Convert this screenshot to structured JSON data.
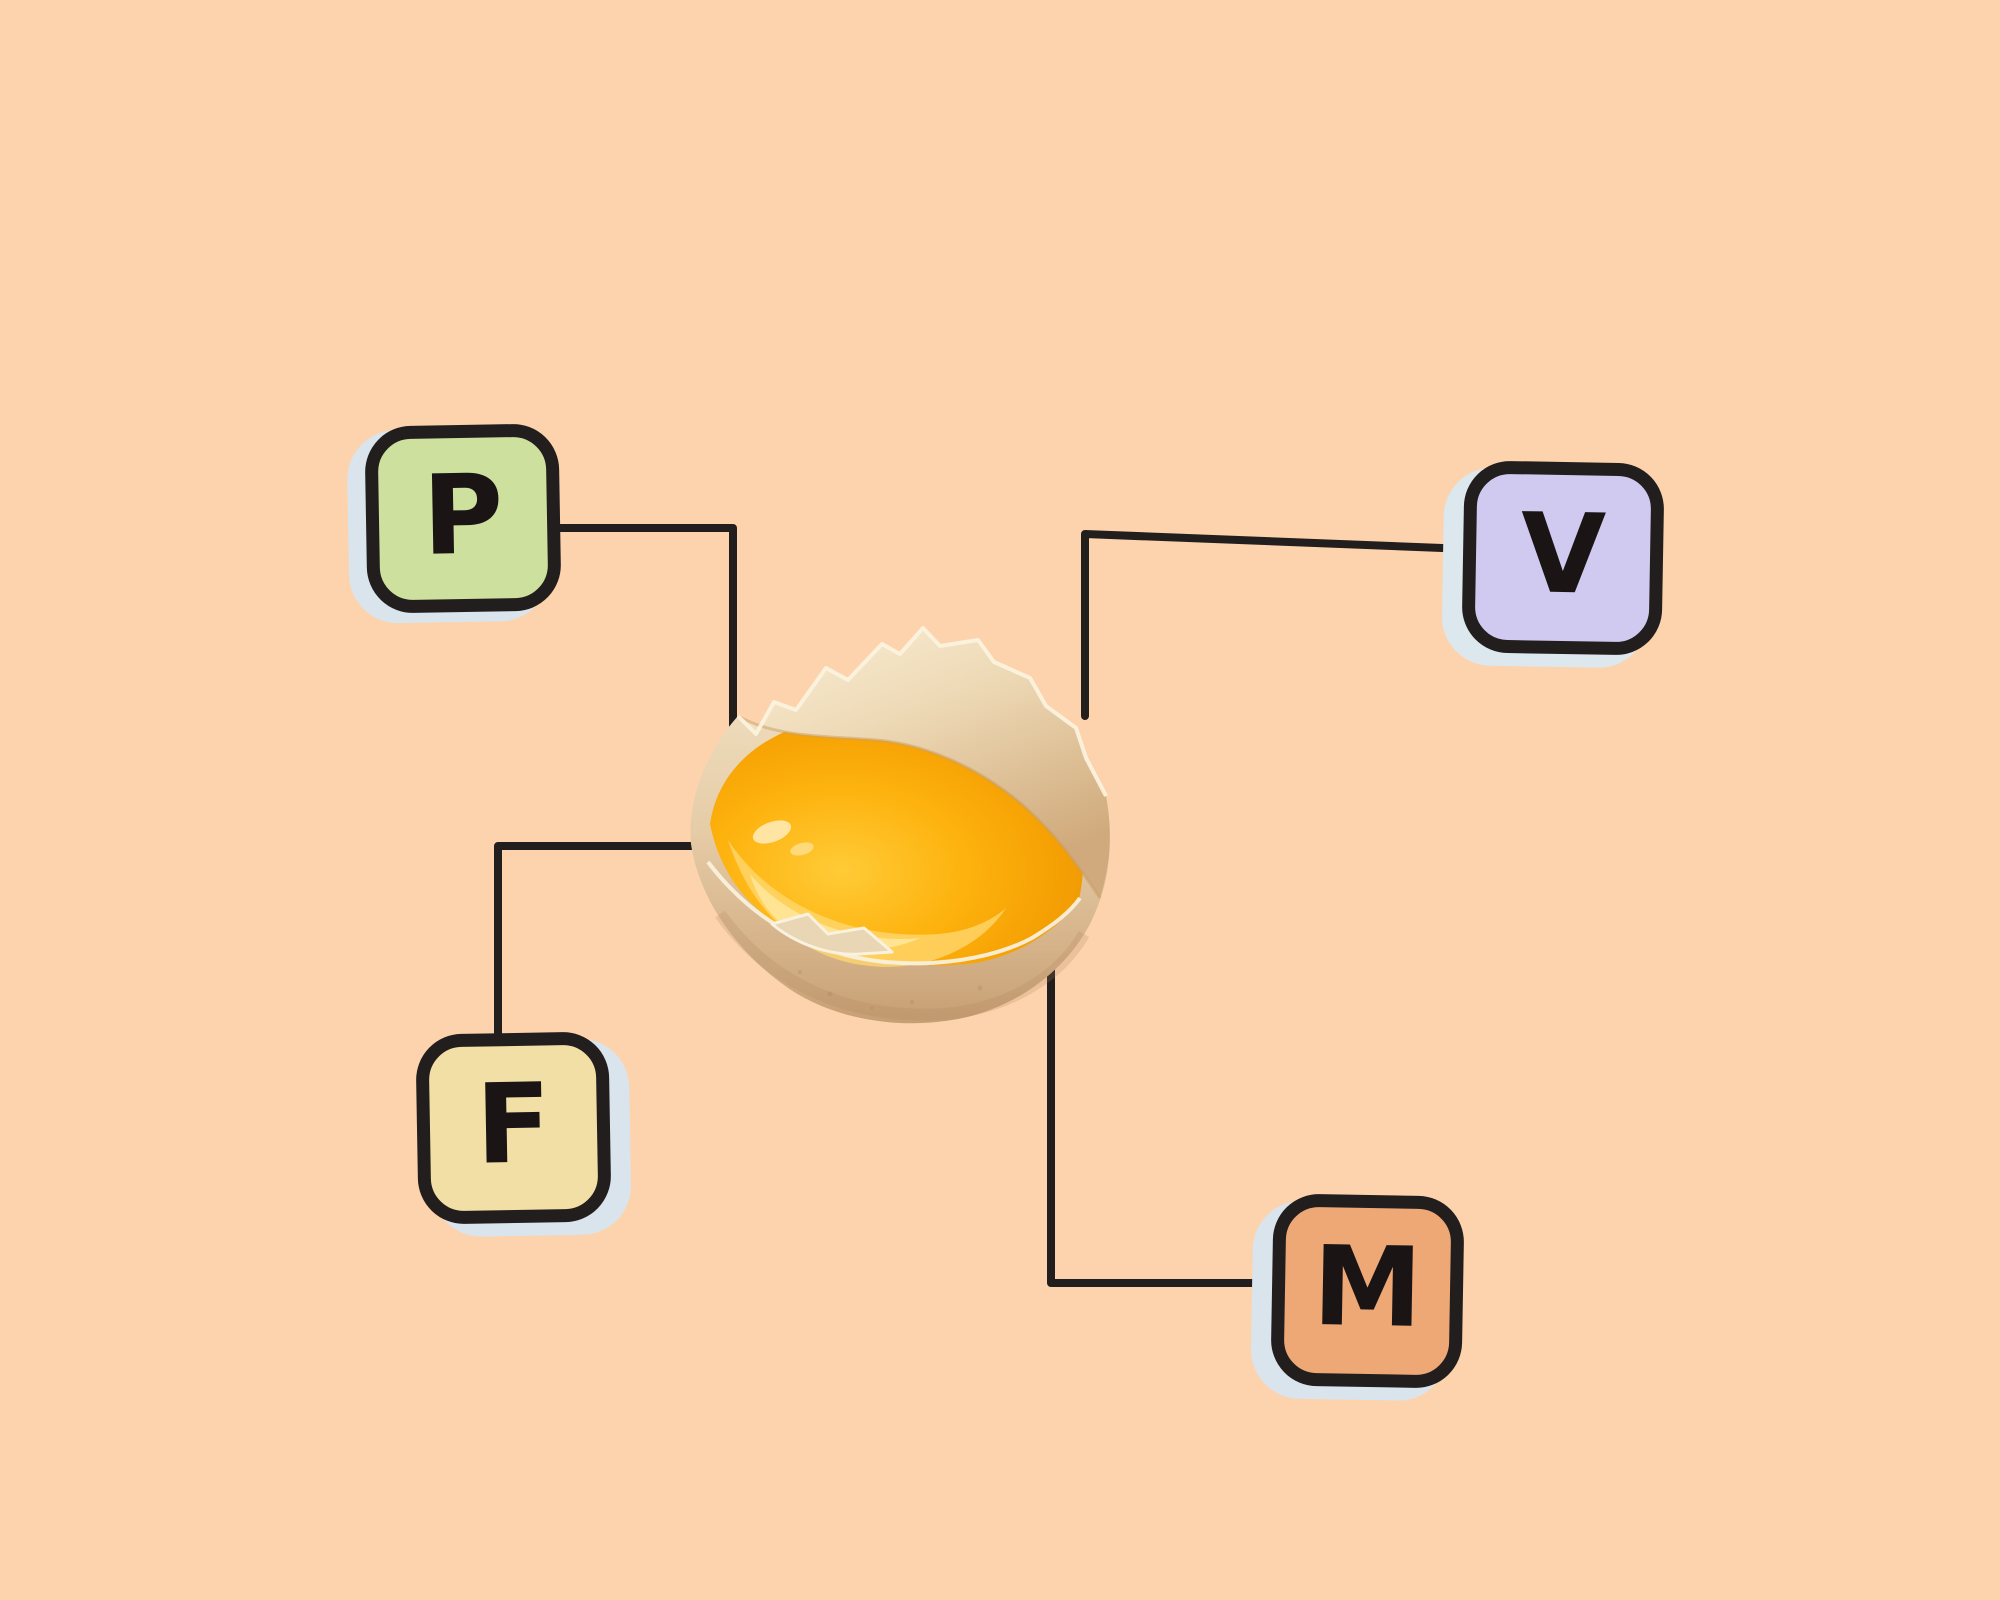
{
  "page": {
    "background_color": "#FDD3AD",
    "connector_color": "#231E1E"
  },
  "center_image": {
    "name": "cracked-egg-half-with-yolk",
    "shell_color": "#E2C49E",
    "yolk_color": "#FBAA05"
  },
  "nodes": [
    {
      "label": "P",
      "position": "top-left",
      "fill_color": "#CDE09E",
      "border_color": "#231E1E",
      "shadow_color": "#D9E4EC"
    },
    {
      "label": "V",
      "position": "top-right",
      "fill_color": "#D1CAF0",
      "border_color": "#231E1E",
      "shadow_color": "#DCE8EE"
    },
    {
      "label": "F",
      "position": "bottom-left",
      "fill_color": "#F2DFA6",
      "border_color": "#231E1E",
      "shadow_color": "#D9E4EC"
    },
    {
      "label": "M",
      "position": "bottom-right",
      "fill_color": "#EEA876",
      "border_color": "#231E1E",
      "shadow_color": "#D9E4EC"
    }
  ]
}
